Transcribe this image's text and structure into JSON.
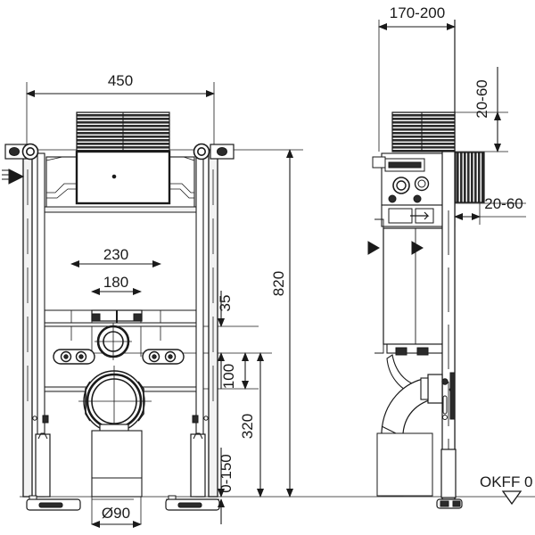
{
  "drawing": {
    "title": "Wall-hung WC installation frame - technical drawing",
    "background_color": "#ffffff",
    "line_color": "#1a1a1a",
    "fill_light": "#f2f2f2",
    "hatch_color": "#2b2b2b",
    "views": [
      {
        "name": "front-view",
        "label": ""
      },
      {
        "name": "side-view",
        "label": ""
      }
    ]
  },
  "dimensions": {
    "front": {
      "width_overall": "450",
      "inner_upper": "230",
      "inner_lower": "180",
      "height_overall": "820",
      "offset_top": "35",
      "offset_mid": "100",
      "offset_outlet": "320",
      "foot_adjust": "0-150",
      "drain_diameter": "Ø90"
    },
    "side": {
      "depth": "170-200",
      "plate_top": "20-60",
      "plate_front": "20-60"
    }
  },
  "annotations": {
    "datum_label": "OKFF 0",
    "datum_symbol": "triangle-down"
  }
}
